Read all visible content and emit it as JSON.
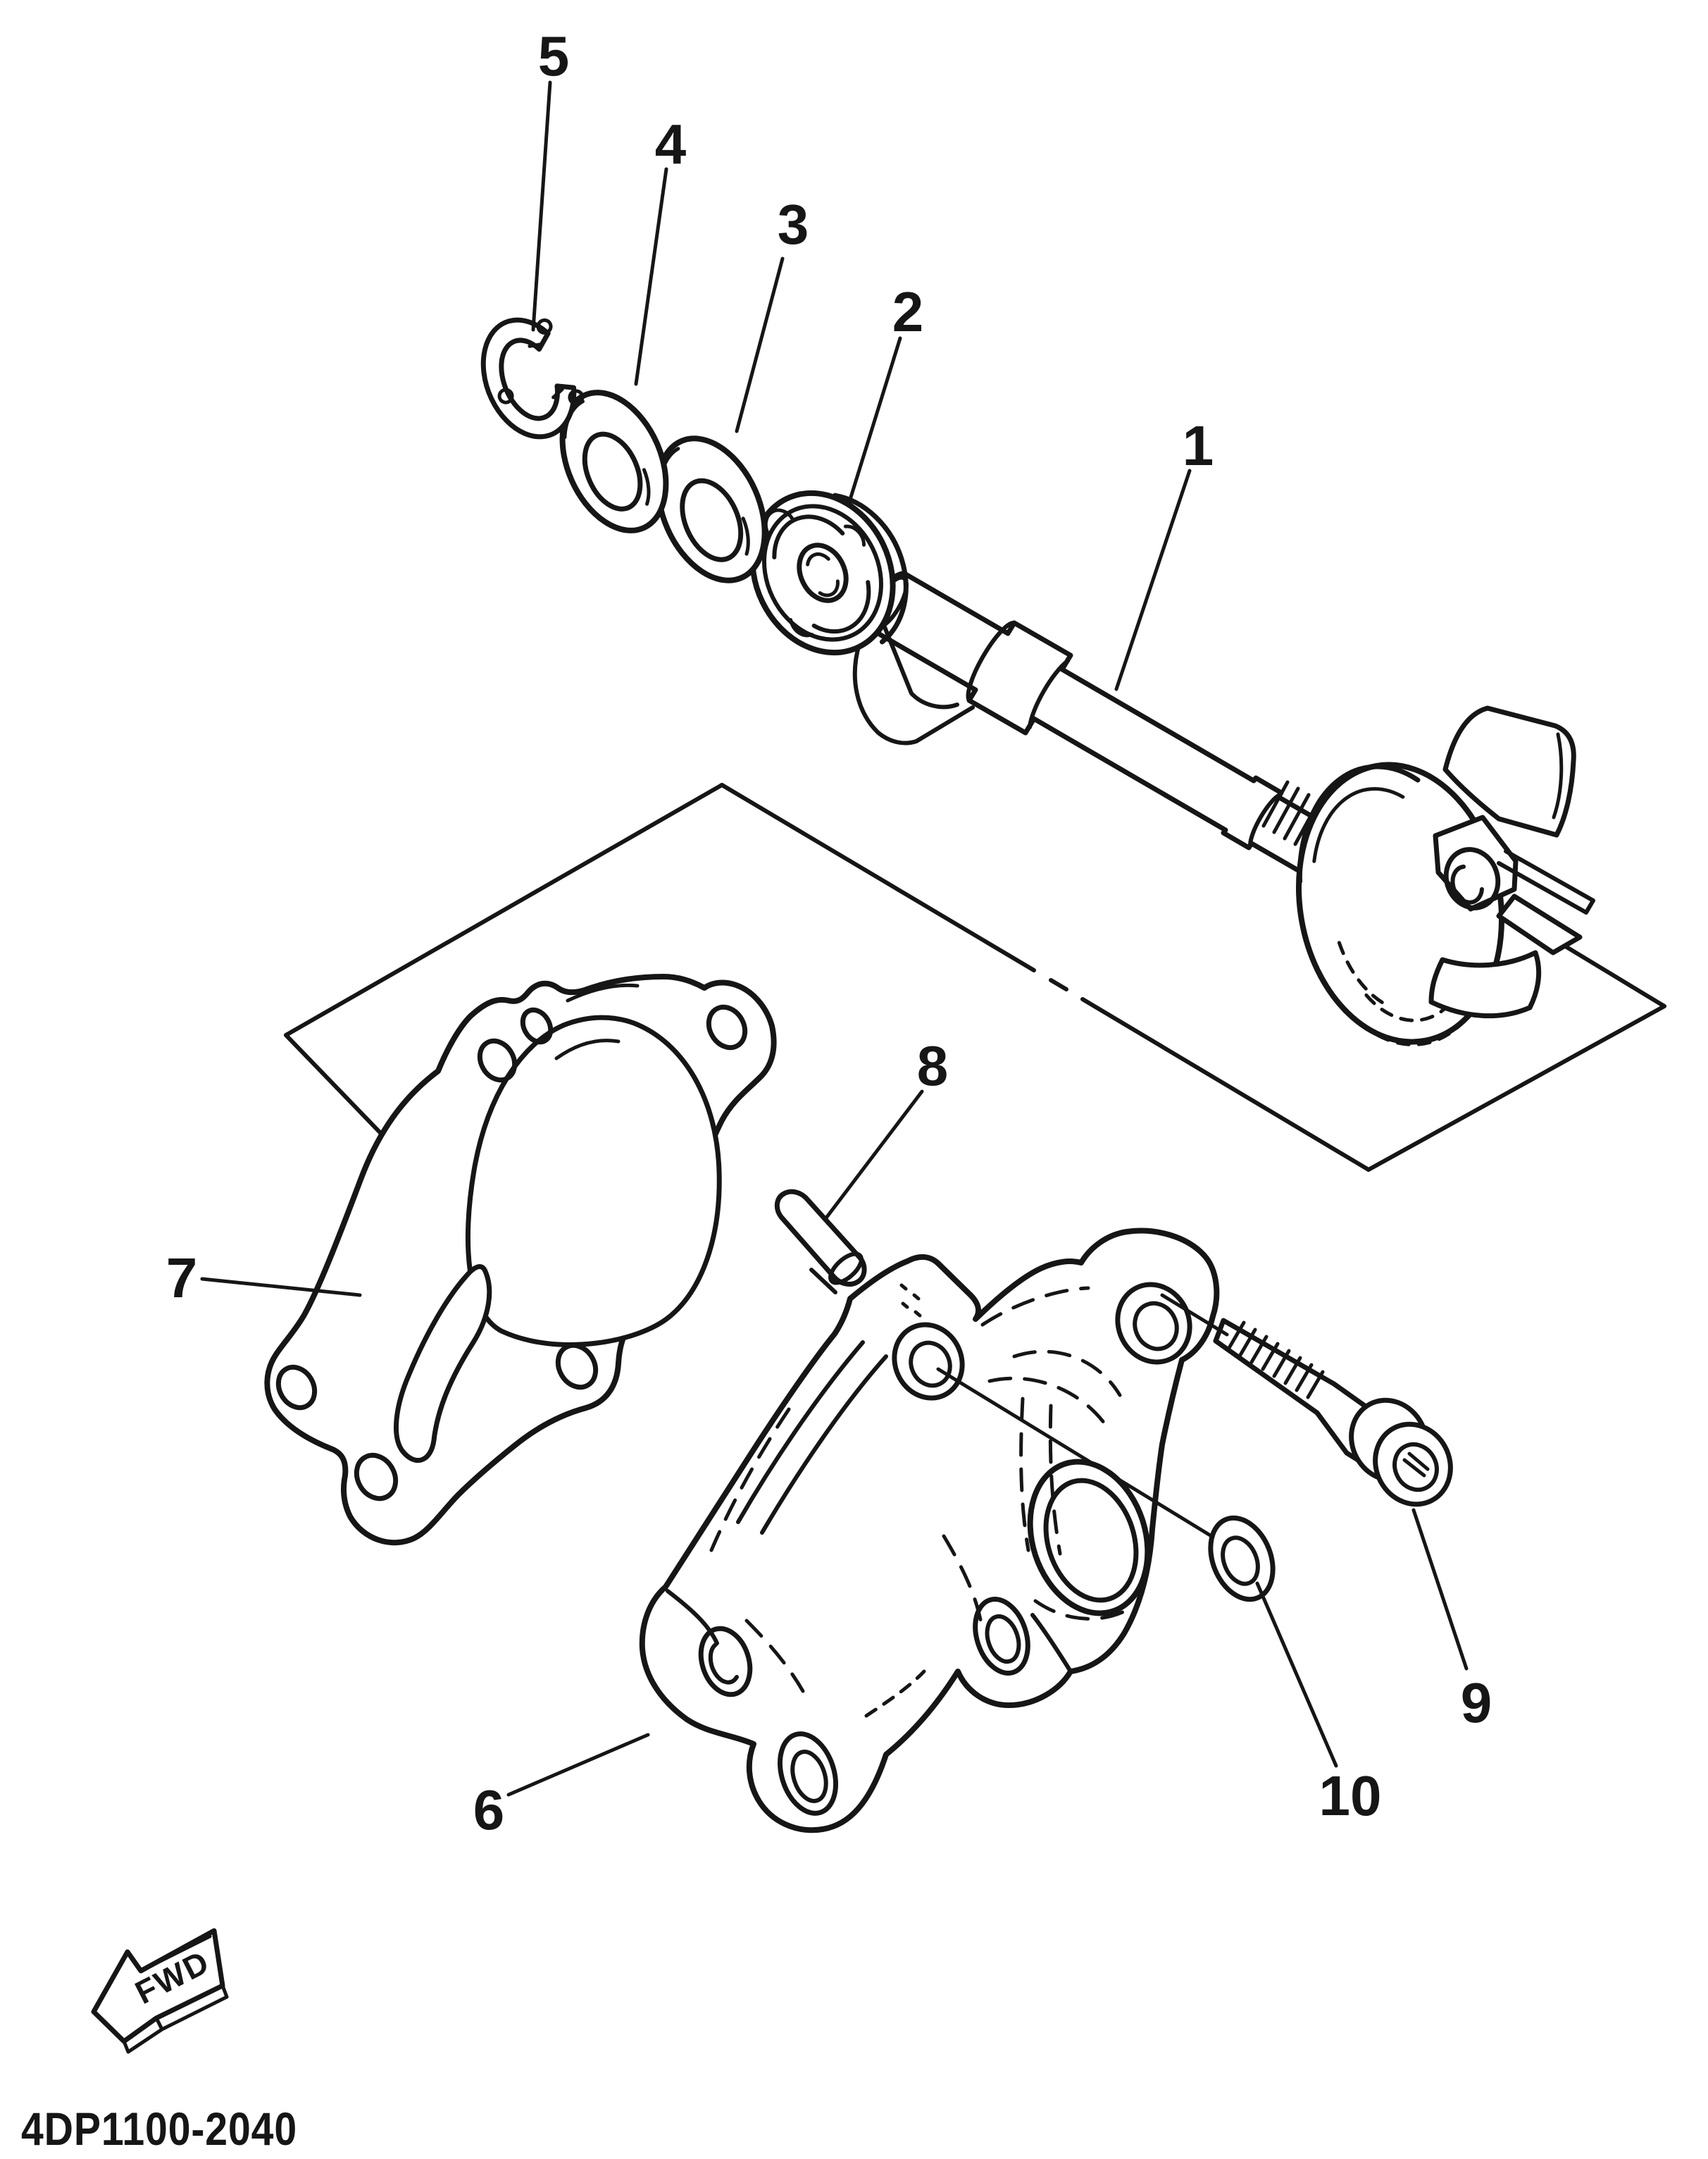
{
  "diagram": {
    "type": "exploded-parts-diagram",
    "drawing_code": "4DP1100-2040",
    "fwd_marker": {
      "label": "FWD"
    },
    "colors": {
      "ink": "#161616",
      "paper": "#ffffff"
    },
    "callouts": [
      {
        "number": "1"
      },
      {
        "number": "2"
      },
      {
        "number": "3"
      },
      {
        "number": "4"
      },
      {
        "number": "5"
      },
      {
        "number": "6"
      },
      {
        "number": "7"
      },
      {
        "number": "8"
      },
      {
        "number": "9"
      },
      {
        "number": "10"
      }
    ]
  }
}
